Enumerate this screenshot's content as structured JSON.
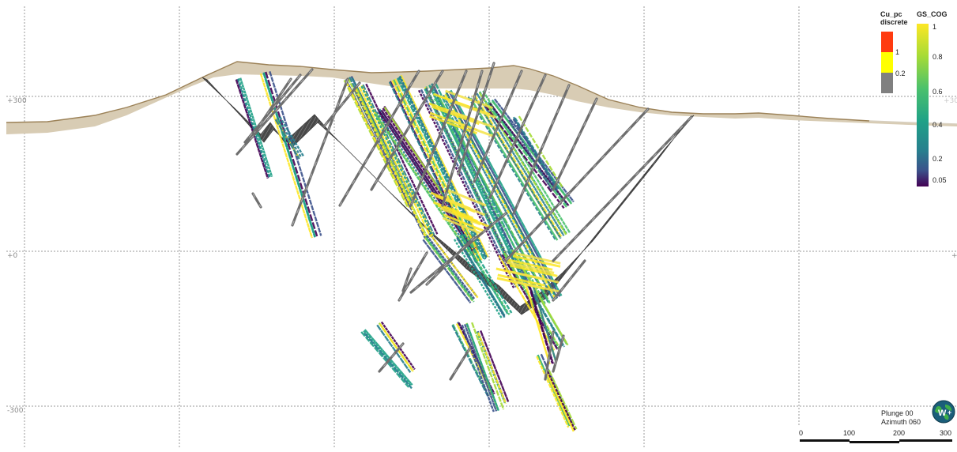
{
  "elevation_labels": {
    "left_top": "+300",
    "left_mid": "+0",
    "left_bottom": "-300",
    "right_top": "+30",
    "right_mid": "+"
  },
  "legend_cu": {
    "title_line1": "Cu_pc",
    "title_line2": "discrete",
    "tick_1": "1",
    "tick_2": "0.2",
    "colors": {
      "high": "#ff3b10",
      "mid": "#ffff00",
      "low": "#808080"
    }
  },
  "legend_gs": {
    "title": "GS_COG",
    "ticks": [
      "1",
      "0.8",
      "0.6",
      "0.4",
      "0.2",
      "0.05"
    ]
  },
  "view_info": {
    "plunge": "Plunge 00",
    "azimuth": "Azimuth 060"
  },
  "scale_bar": {
    "labels": [
      "0",
      "100",
      "200",
      "300"
    ]
  },
  "colors": {
    "topography": "#d8ccb4",
    "topography_edge": "#9c8258",
    "grid": "#9a9a9a",
    "wireframe": "#404040"
  }
}
